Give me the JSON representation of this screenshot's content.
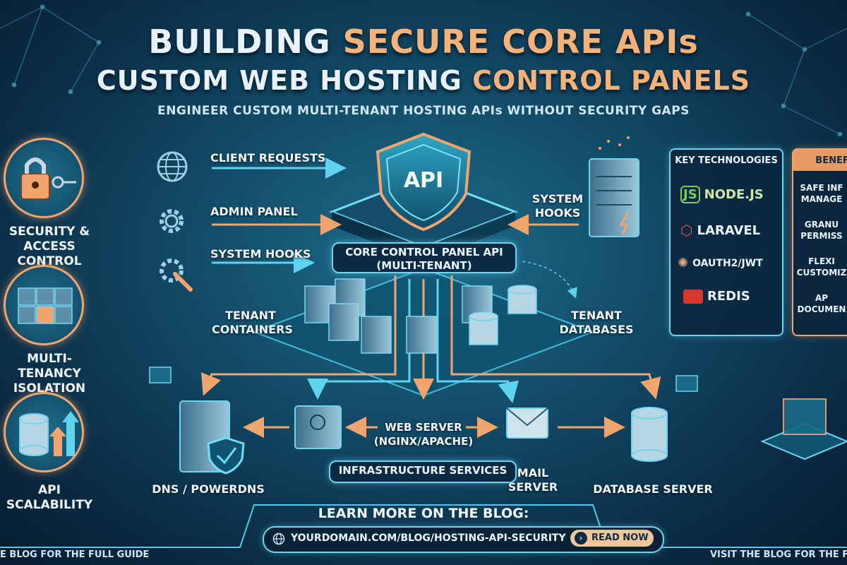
{
  "header": {
    "title_line1_a": "BUILDING ",
    "title_line1_b": "SECURE CORE APIs",
    "title_line2_a": "CUSTOM WEB HOSTING ",
    "title_line2_b": "CONTROL PANELS",
    "subtitle": "ENGINEER CUSTOM MULTI-TENANT HOSTING APIs WITHOUT SECURITY GAPS"
  },
  "left_features": [
    {
      "label": "SECURITY &\nACCESS CONTROL",
      "icon": "padlock-key-icon"
    },
    {
      "label": "MULTI-TENANCY\nISOLATION",
      "icon": "cubes-icon"
    },
    {
      "label": "API SCALABILITY",
      "icon": "database-growth-icon"
    }
  ],
  "inputs": {
    "client_requests": "CLIENT REQUESTS",
    "admin_panel": "ADMIN PANEL",
    "system_hooks": "SYSTEM HOOKS",
    "system_hooks_right": "SYSTEM\nHOOKS"
  },
  "core": {
    "shield_text": "API",
    "label_line1": "CORE CONTROL PANEL API",
    "label_line2": "(MULTI-TENANT)"
  },
  "tenants": {
    "containers": "TENANT\nCONTAINERS",
    "databases": "TENANT\nDATABASES"
  },
  "infrastructure": {
    "dns": "DNS / POWERDNS",
    "web_server_line1": "WEB SERVER",
    "web_server_line2": "(NGINX/APACHE)",
    "services_label": "INFRASTRUCTURE SERVICES",
    "mail_server": "MAIL\nSERVER",
    "database_server": "DATABASE SERVER"
  },
  "key_technologies": {
    "heading": "KEY TECHNOLOGIES",
    "items": [
      "NODE.JS",
      "LARAVEL",
      "OAUTH2/JWT",
      "REDIS"
    ]
  },
  "benefits": {
    "heading": "BENEF",
    "items": [
      "SAFE INF\nMANAGE",
      "GRANU\nPERMISS",
      "FLEXI\nCUSTOMIZ",
      "AP\nDOCUMEN"
    ]
  },
  "footer": {
    "learn_more": "LEARN MORE ON THE BLOG:",
    "url": "YOURDOMAIN.COM/BLOG/HOSTING-API-SECURITY",
    "read_now": "READ NOW",
    "left_text": "E BLOG FOR THE FULL GUIDE",
    "right_text": "VISIT THE BLOG FOR THE FU"
  },
  "colors": {
    "accent_orange": "#f3b27a",
    "neon_cyan": "#6fd4ec",
    "node_green": "#7ccf5a",
    "laravel_red": "#e4524a",
    "redis_red": "#d8372b"
  }
}
